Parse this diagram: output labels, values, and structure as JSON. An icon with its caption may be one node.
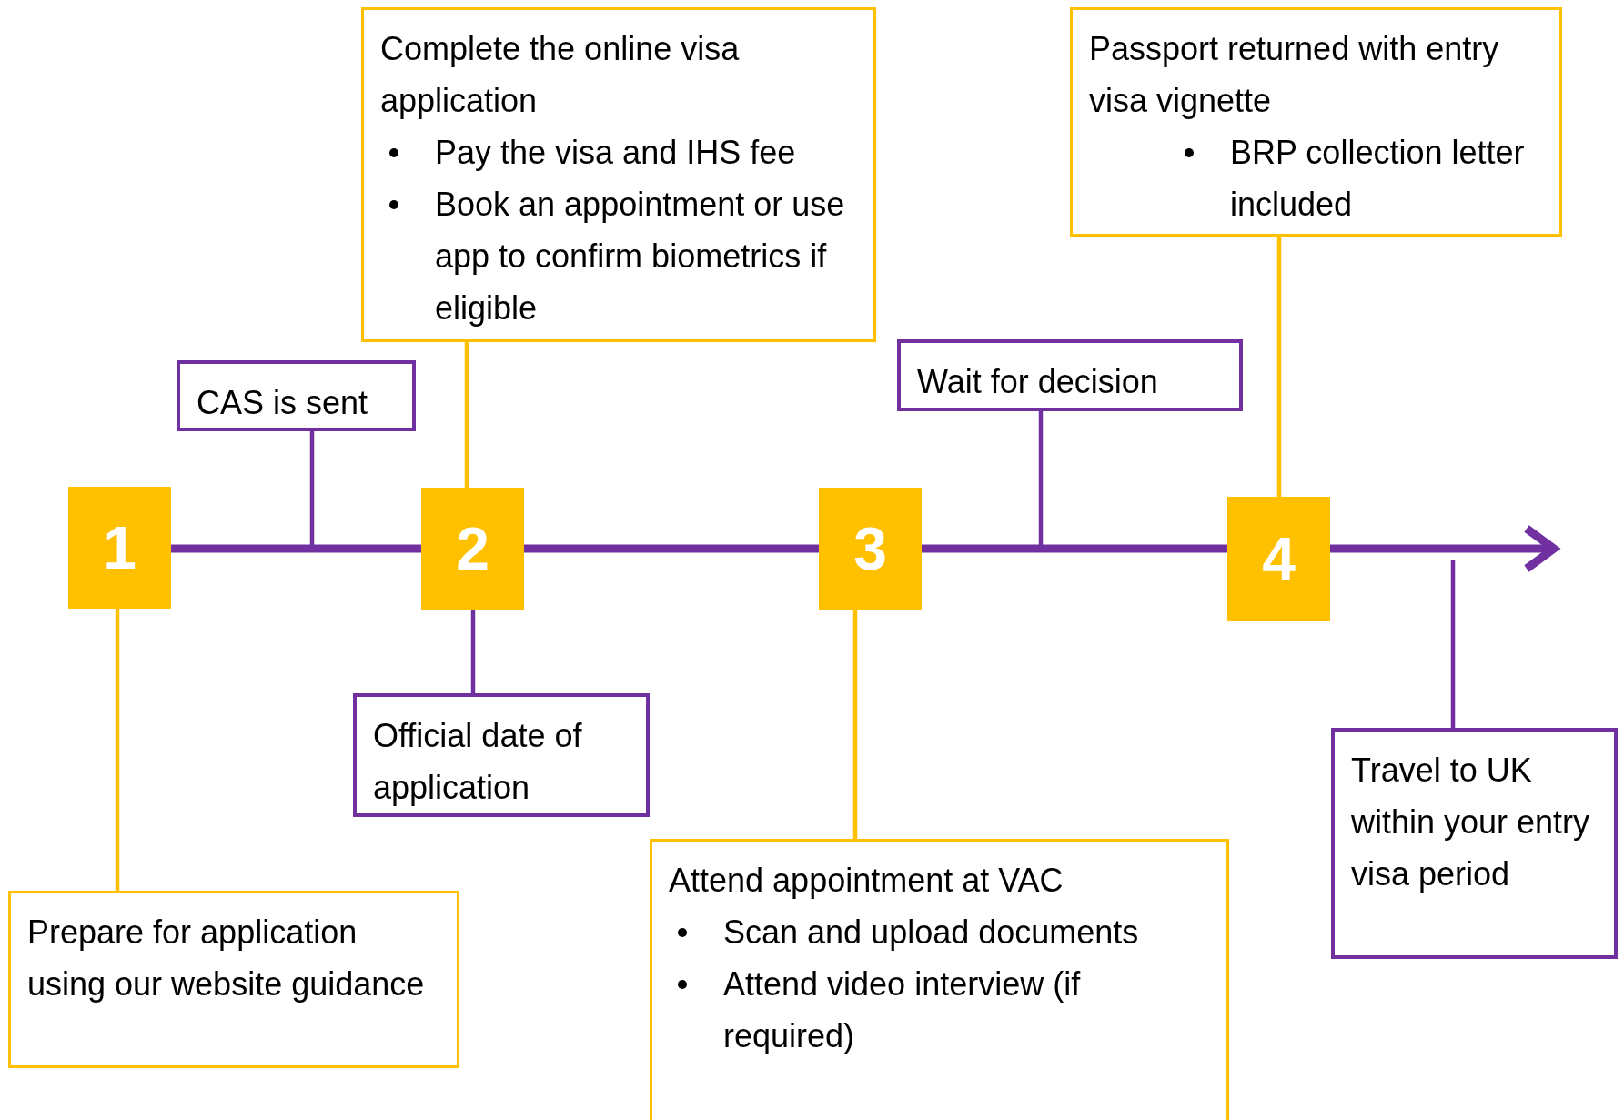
{
  "diagram": {
    "nodes": [
      {
        "text": [
          "Complete the online visa application",
          "Pay the visa and IHS fee",
          "Book an appointment or use app to confirm biometrics if eligible"
        ]
      },
      {
        "text": [
          "Passport returned with entry visa vignette",
          "BRP collection letter included"
        ]
      },
      {
        "text": [
          "Wait for decision"
        ]
      },
      {
        "text": [
          "CAS is sent"
        ]
      },
      {
        "text": [
          "1"
        ]
      },
      {
        "text": [
          "2"
        ]
      },
      {
        "text": [
          "3"
        ]
      },
      {
        "text": [
          "4"
        ]
      },
      {
        "text": [
          "Official date of application"
        ]
      },
      {
        "text": [
          "Travel to UK within your entry visa period"
        ]
      },
      {
        "text": [
          "Attend appointment at VAC",
          "Scan and upload documents",
          "Attend video interview (if required)"
        ]
      },
      {
        "text": [
          "Prepare for application using our website guidance"
        ]
      }
    ],
    "edges": [
      {
        "from": 4,
        "to": 5,
        "arrow": "none",
        "style": "thick"
      },
      {
        "from": 5,
        "to": 6,
        "arrow": "none",
        "style": "thick"
      },
      {
        "from": 6,
        "to": 7,
        "arrow": "none",
        "style": "thick"
      },
      {
        "from": 7,
        "to": null,
        "arrow": "to",
        "style": "thick"
      },
      {
        "from": 11,
        "to": 4,
        "arrow": "none",
        "color": "#ffc000"
      },
      {
        "from": 3,
        "to": null,
        "arrow": "none"
      },
      {
        "from": 0,
        "to": 5,
        "arrow": "none",
        "color": "#ffc000"
      },
      {
        "from": 8,
        "to": 5,
        "arrow": "none"
      },
      {
        "from": 10,
        "to": 6,
        "arrow": "none",
        "color": "#ffc000"
      },
      {
        "from": 2,
        "to": null,
        "arrow": "none"
      },
      {
        "from": 1,
        "to": 7,
        "arrow": "none",
        "color": "#ffc000"
      },
      {
        "from": 9,
        "to": null,
        "arrow": "none"
      }
    ]
  }
}
